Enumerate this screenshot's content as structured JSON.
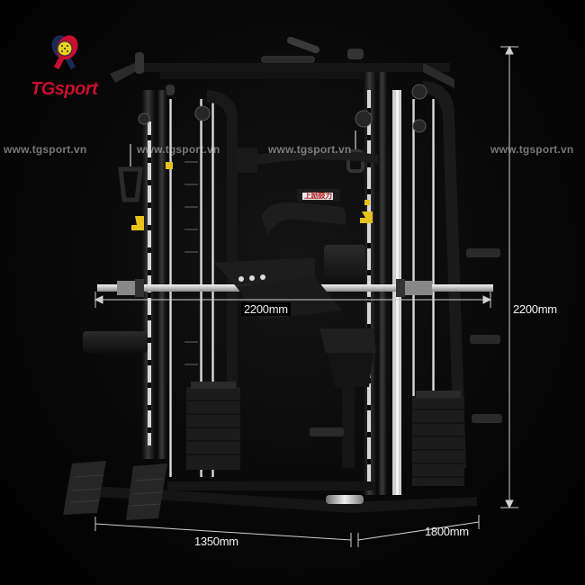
{
  "brand": {
    "logo_text": "TGsport",
    "colors": {
      "red": "#c8102e",
      "navy": "#1b2a55",
      "ball": "#e9d21a"
    }
  },
  "watermarks": [
    "www.tgsport.vn",
    "www.tgsport.vn",
    "www.tgsport.vn",
    "www.tgsport.vn"
  ],
  "dimensions": {
    "width_bar": "2200mm",
    "height": "2200mm",
    "depth_front": "1350mm",
    "depth_side": "1800mm"
  },
  "plate_label": "上励鼓力",
  "colors": {
    "frame": "#1a1a1a",
    "highlight": "#555555",
    "accent_yellow": "#e8c21a",
    "chrome": "#c9c9c9"
  }
}
